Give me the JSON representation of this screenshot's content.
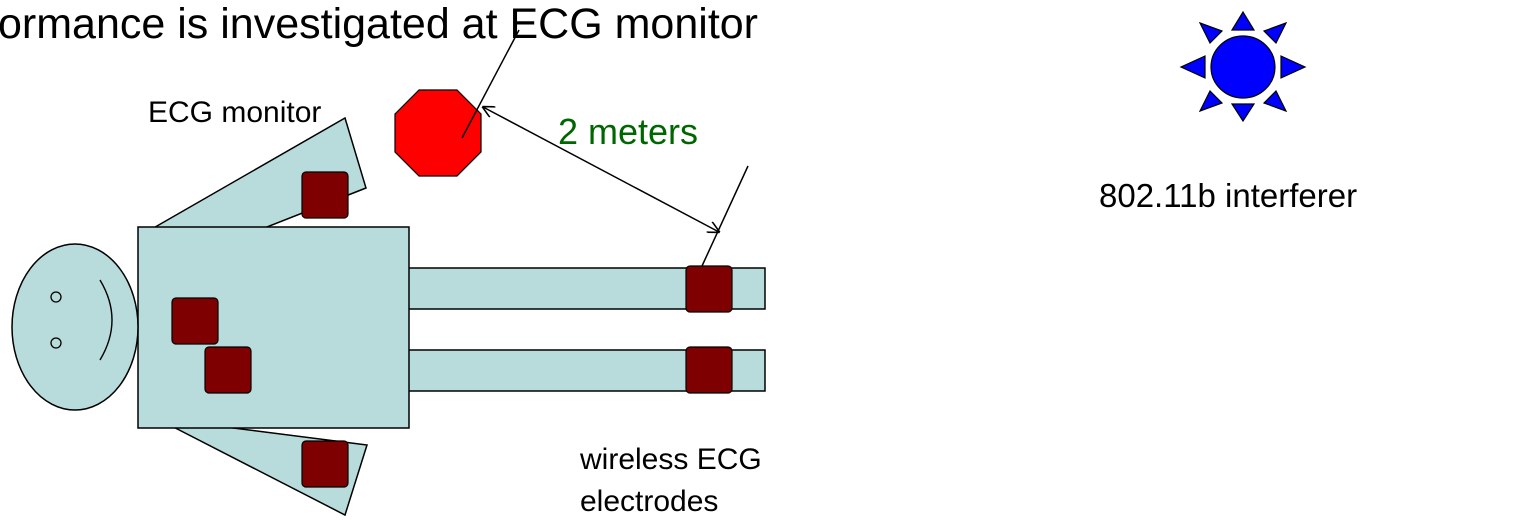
{
  "headline": "ormance is investigated at ECG monitor",
  "labels": {
    "ecg_monitor": "ECG monitor",
    "distance": "2 meters",
    "interferer": "802.11b interferer",
    "electrodes_line1": "wireless ECG",
    "electrodes_line2": "electrodes"
  },
  "colors": {
    "body": "#b8dbdb",
    "electrode": "#7f0000",
    "monitor": "#ff0000",
    "interferer": "#0000ff",
    "distance_text": "#006600",
    "outline": "#000000"
  },
  "icons": {
    "monitor": "octagon-icon",
    "interferer": "sun-icon"
  }
}
